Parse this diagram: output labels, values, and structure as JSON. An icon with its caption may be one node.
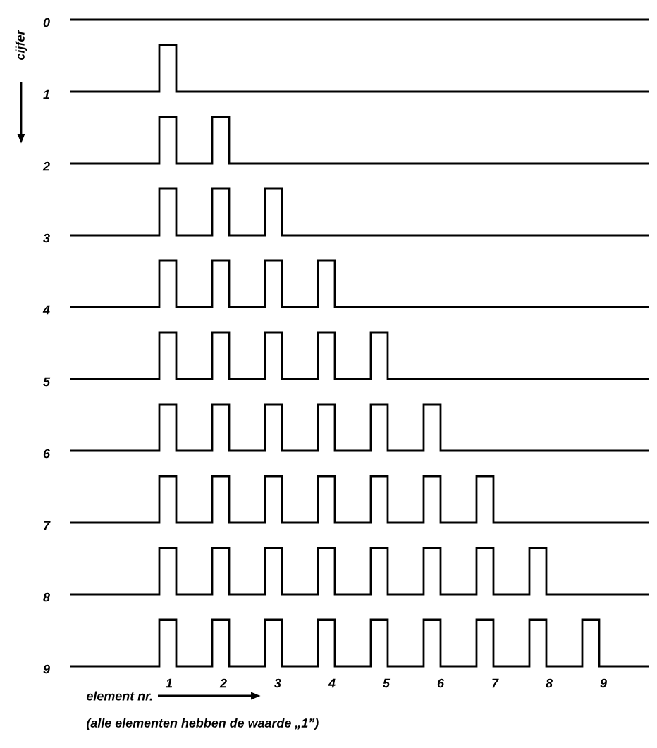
{
  "diagram": {
    "labels": [
      "cijfer",
      "0",
      "1",
      "2",
      "3",
      "4",
      "5",
      "6",
      "7",
      "8",
      "9",
      "1",
      "2",
      "3",
      "4",
      "5",
      "6",
      "7",
      "8",
      "9",
      "element nr.",
      "(alle elementen hebben de waarde „1”)"
    ]
  }
}
